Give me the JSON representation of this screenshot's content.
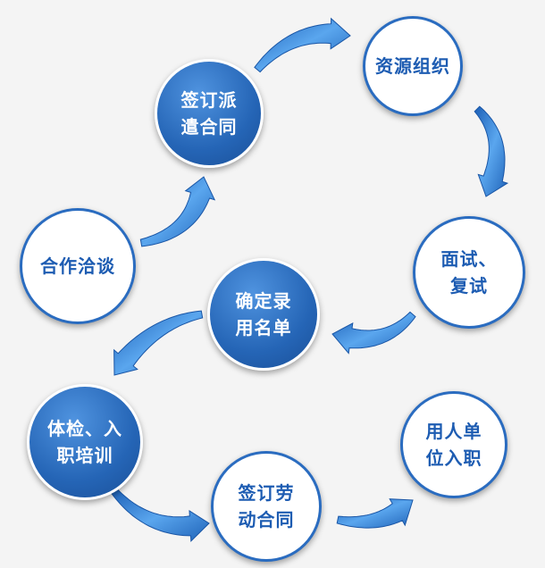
{
  "colors": {
    "blue": "#2565b6",
    "white": "#ffffff",
    "arrow": "#2f7ed1"
  },
  "nodes": {
    "resource_org": {
      "lines": [
        "资源组织"
      ],
      "style": "white"
    },
    "sign_dispatch": {
      "lines": [
        "签订派",
        "遣合同"
      ],
      "style": "blue"
    },
    "cooperation": {
      "lines": [
        "合作洽谈"
      ],
      "style": "white"
    },
    "interview": {
      "lines": [
        "面试、",
        "复试"
      ],
      "style": "white"
    },
    "confirm_list": {
      "lines": [
        "确定录",
        "用名单"
      ],
      "style": "blue"
    },
    "exam_onboard": {
      "lines": [
        "体检、入",
        "职培训"
      ],
      "style": "blue"
    },
    "sign_labor": {
      "lines": [
        "签订劳",
        "动合同"
      ],
      "style": "white"
    },
    "employer_onboard": {
      "lines": [
        "用人单",
        "位入职"
      ],
      "style": "white"
    }
  }
}
